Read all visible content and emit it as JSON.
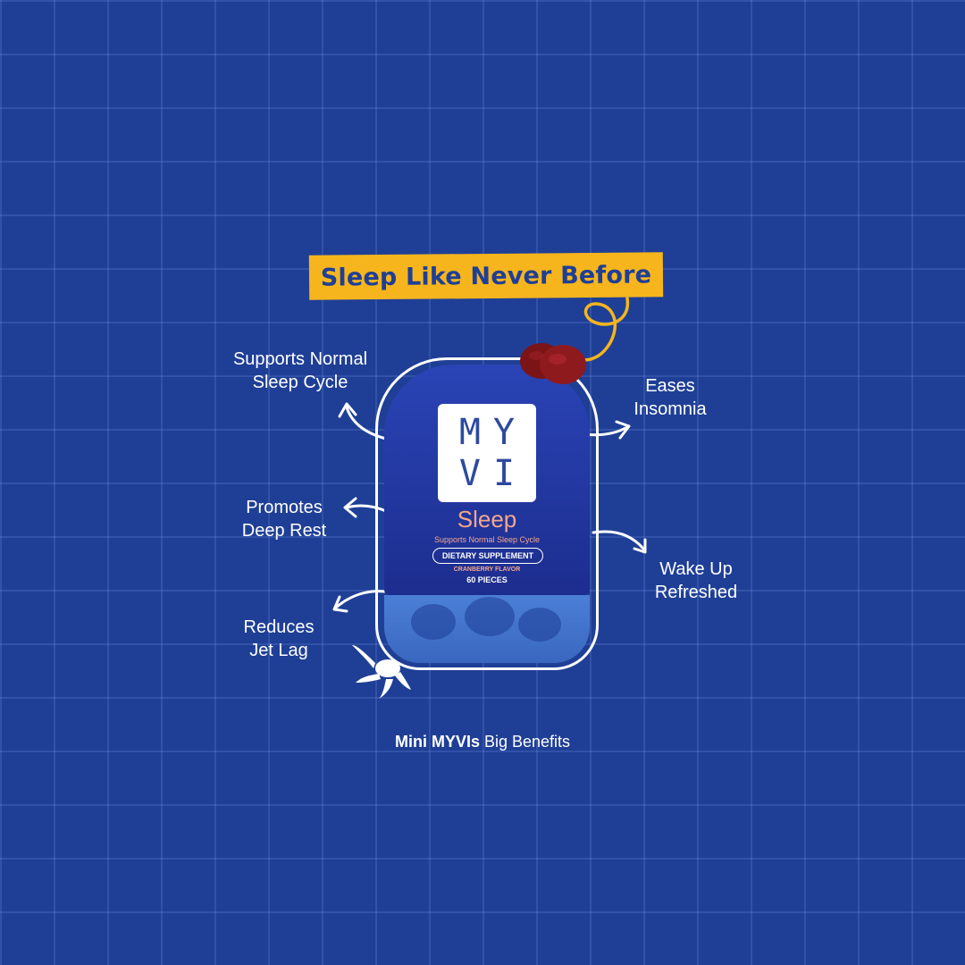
{
  "headline": "Sleep Like Never Before",
  "benefits": {
    "supports_cycle": [
      "Supports Normal",
      "Sleep Cycle"
    ],
    "eases_insomnia": [
      "Eases",
      "Insomnia"
    ],
    "deep_rest": [
      "Promotes",
      "Deep Rest"
    ],
    "wake_up": [
      "Wake Up",
      "Refreshed"
    ],
    "jet_lag": [
      "Reduces",
      "Jet Lag"
    ]
  },
  "product": {
    "logo_row1": "MY",
    "logo_row2": "VI",
    "name": "Sleep",
    "tagline": "Supports Normal Sleep Cycle",
    "badge": "DIETARY SUPPLEMENT",
    "flavor": "CRANBERRY FLAVOR",
    "count": "60 PIECES"
  },
  "footer": {
    "bold": "Mini MYVIs",
    "rest": " Big Benefits"
  },
  "colors": {
    "background": "#1f3f96",
    "accent_yellow": "#f6b51d",
    "label_coral": "#f4a68c",
    "gummy_red": "#8e1a1e"
  }
}
